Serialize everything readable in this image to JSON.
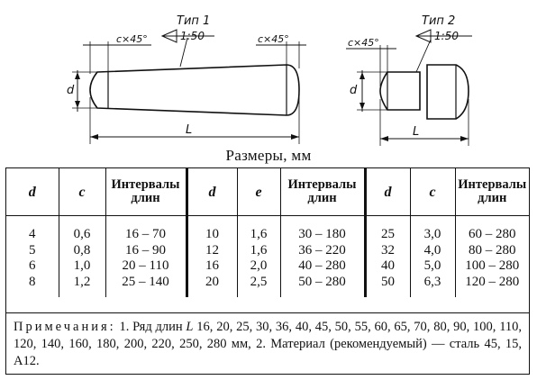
{
  "drawing": {
    "type1_label": "Тип 1",
    "type2_label": "Тип 2",
    "taper_label": "1:50",
    "chamfer_label": "c×45°",
    "dim_d": "d",
    "dim_L": "L"
  },
  "caption": "Размеры, мм",
  "table": {
    "headers": [
      "d",
      "c",
      "Интервалы длин",
      "d",
      "e",
      "Интервалы длин",
      "d",
      "c",
      "Интервалы длин"
    ],
    "rows": [
      [
        "4",
        "0,6",
        "16 – 70",
        "10",
        "1,6",
        "30 – 180",
        "25",
        "3,0",
        "60 – 280"
      ],
      [
        "5",
        "0,8",
        "16 – 90",
        "12",
        "1,6",
        "36 – 220",
        "32",
        "4,0",
        "80 – 280"
      ],
      [
        "6",
        "1,0",
        "20 – 110",
        "16",
        "2,0",
        "40 – 280",
        "40",
        "5,0",
        "100 – 280"
      ],
      [
        "8",
        "1,2",
        "25 – 140",
        "20",
        "2,5",
        "50 – 280",
        "50",
        "6,3",
        "120 – 280"
      ]
    ]
  },
  "notes": {
    "heading": "Примечания:",
    "item1_prefix": "1. Ряд длин",
    "item1_symbol": "L",
    "item1_values": "16, 20, 25, 30, 36, 40, 45, 50, 55, 60, 65, 70, 80, 90, 100, 110, 120, 140, 160, 180, 200, 220, 250, 280 мм,",
    "item2": "2. Материал (рекомендуемый) — сталь 45, 15, А12."
  }
}
